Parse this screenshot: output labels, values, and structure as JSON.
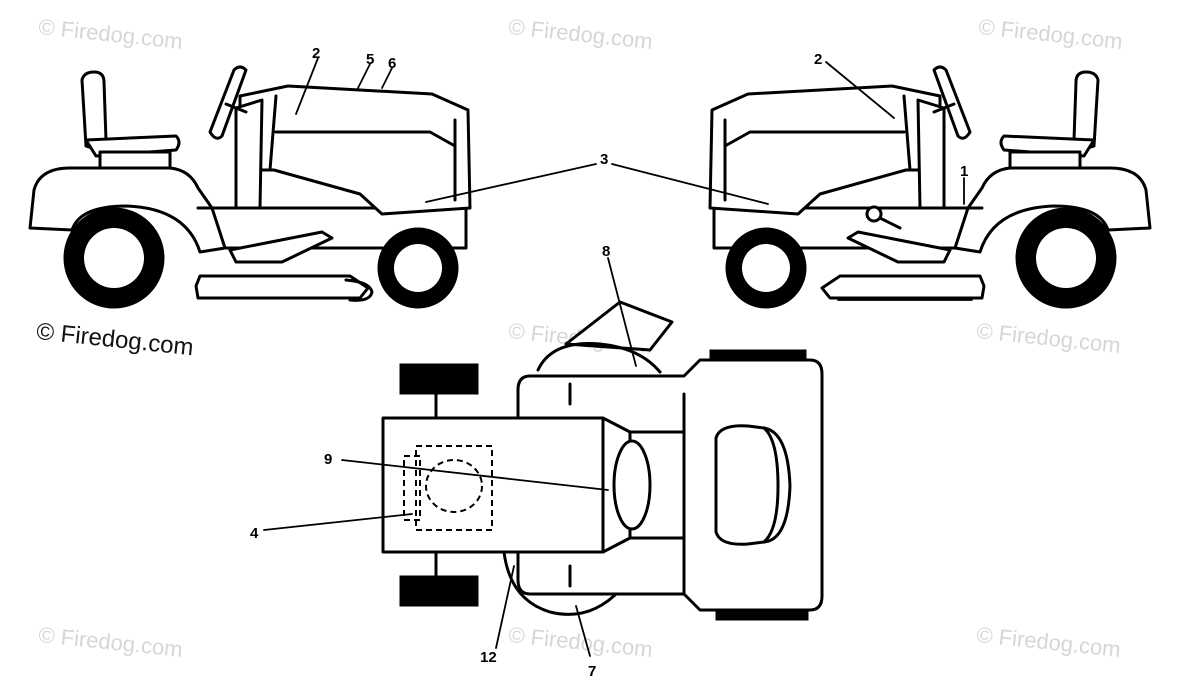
{
  "watermarks": {
    "w1": "© Firedog.com",
    "w2": "© Firedog.com",
    "w3": "© Firedog.com",
    "w4": "© Firedog.com",
    "w5": "© Firedog.com",
    "w6": "© Firedog.com",
    "w7": "© Firedog.com",
    "w8": "© Firedog.com",
    "w9": "© Firedog.com"
  },
  "callouts": {
    "c1": "1",
    "c2_left": "2",
    "c2_right": "2",
    "c3": "3",
    "c4": "4",
    "c5": "5",
    "c6": "6",
    "c7": "7",
    "c8": "8",
    "c9": "9",
    "c12": "12"
  }
}
